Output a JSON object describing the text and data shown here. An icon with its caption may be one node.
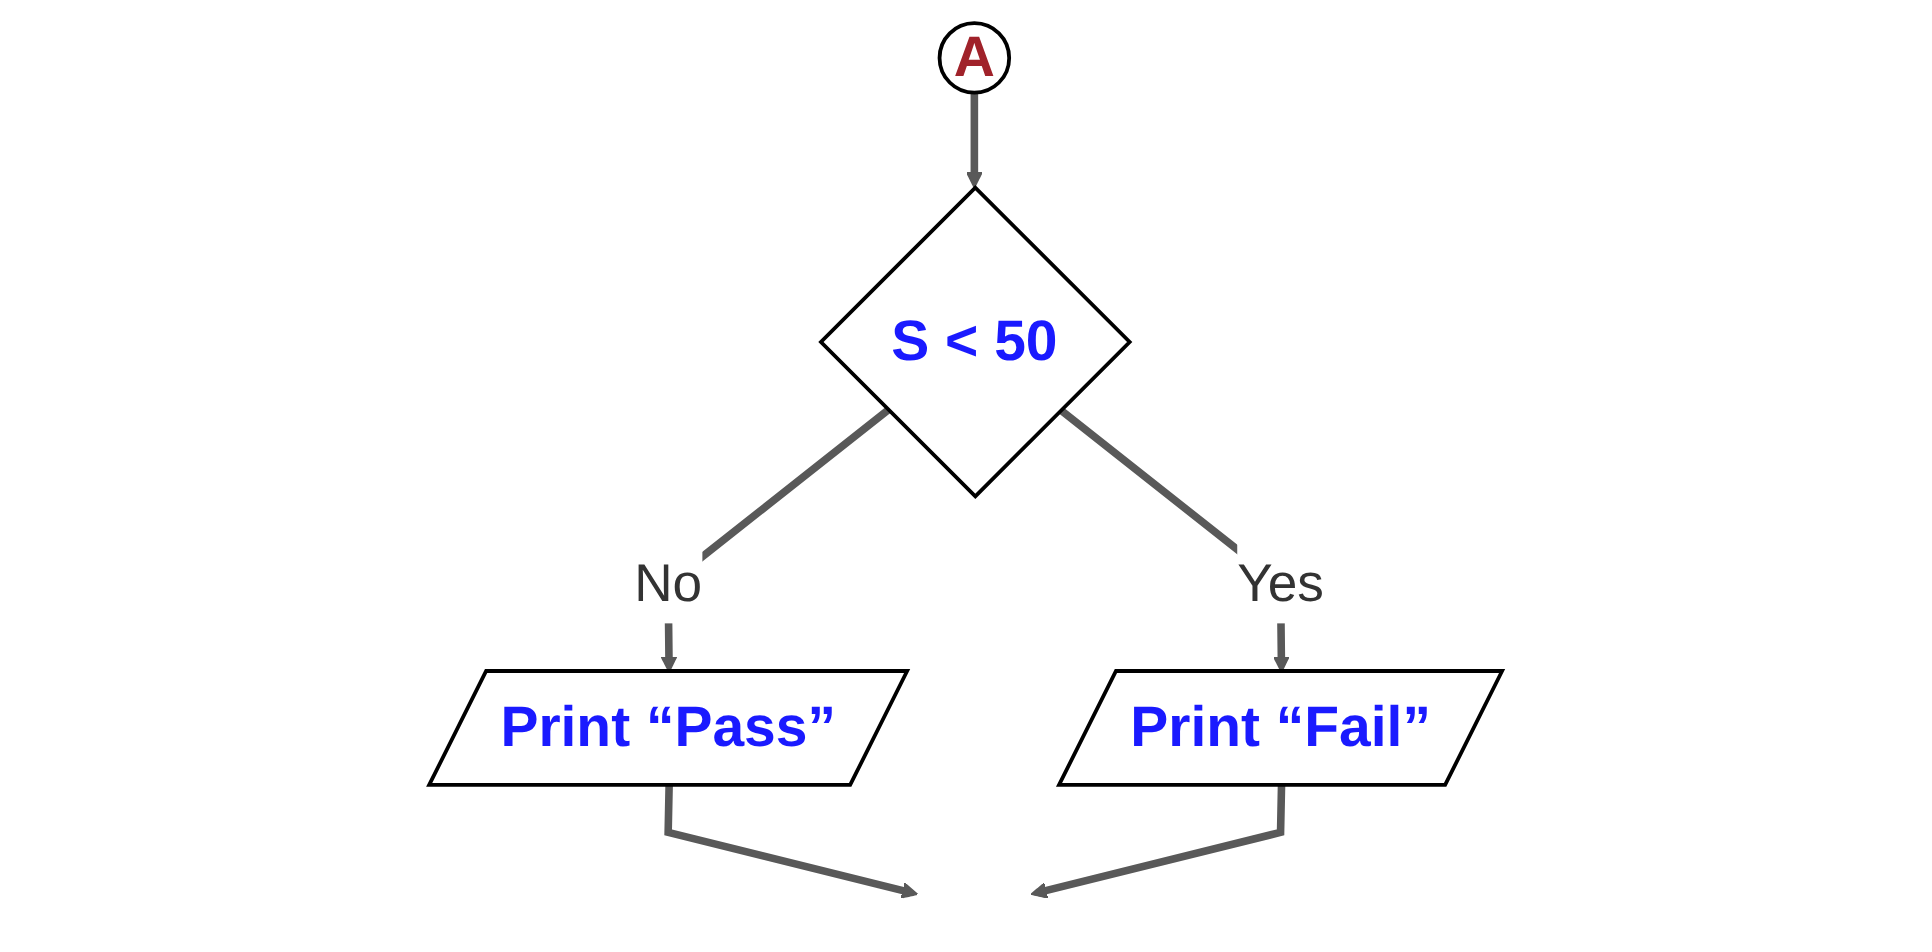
{
  "diagram": {
    "nodes": [
      {
        "text": [
          "A"
        ]
      },
      {
        "text": [
          "S < 50"
        ]
      },
      {
        "text": [
          "Print “Pass”"
        ]
      },
      {
        "text": [
          "Print “Fail”"
        ]
      }
    ],
    "edges": [
      {
        "from": 0,
        "to": 1,
        "arrow": "to"
      },
      {
        "from": 1,
        "to": 2,
        "label": "No",
        "arrow": "to"
      },
      {
        "from": 1,
        "to": 3,
        "label": "Yes",
        "arrow": "to"
      },
      {
        "from": 2,
        "to": null,
        "arrow": "to"
      },
      {
        "from": 3,
        "to": null,
        "arrow": "to"
      }
    ]
  }
}
